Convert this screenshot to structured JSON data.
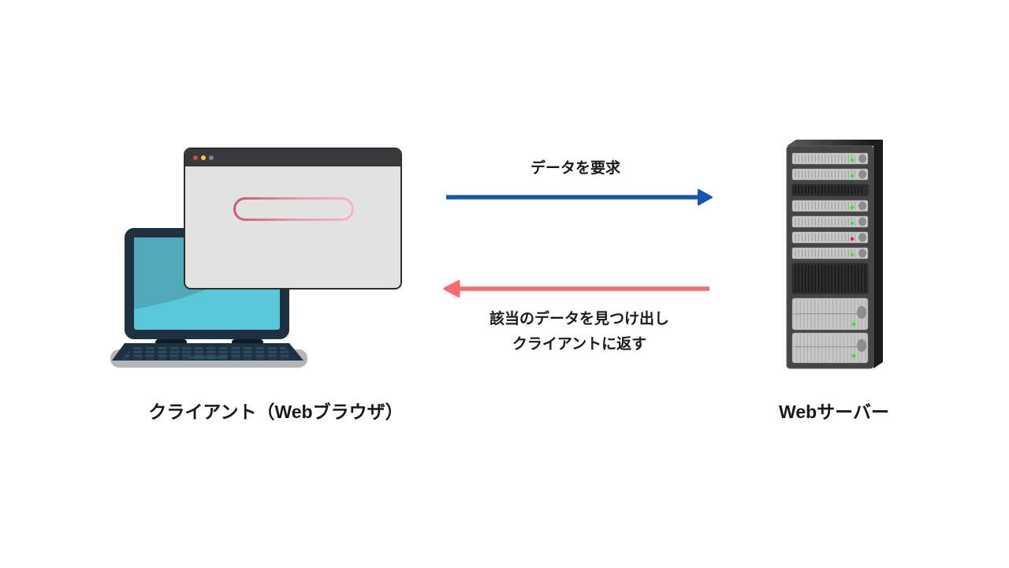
{
  "labels": {
    "request": "データを要求",
    "response_line1": "該当のデータを見つけ出し",
    "response_line2": "クライアントに返す",
    "client": "クライアント（Webブラウザ）",
    "server": "Webサーバー"
  },
  "colors": {
    "request_arrow": "#1553b4",
    "response_arrow": "#f96b6e",
    "laptop_body": "#1d3140",
    "laptop_screen": "#58c8d8",
    "laptop_screen_shade": "#4fa9b8",
    "browser_titlebar": "#39393b",
    "browser_body": "#e2e2e2",
    "pill_pink_dark": "#c5566f",
    "pill_pink_light": "#f5b8c4",
    "led_green": "#2ee52e",
    "led_red": "#e8133c",
    "rack_slot_light": "#cacaca",
    "rack_slot_dark": "#2e2e2e",
    "text_color": "#1a1a1a"
  }
}
